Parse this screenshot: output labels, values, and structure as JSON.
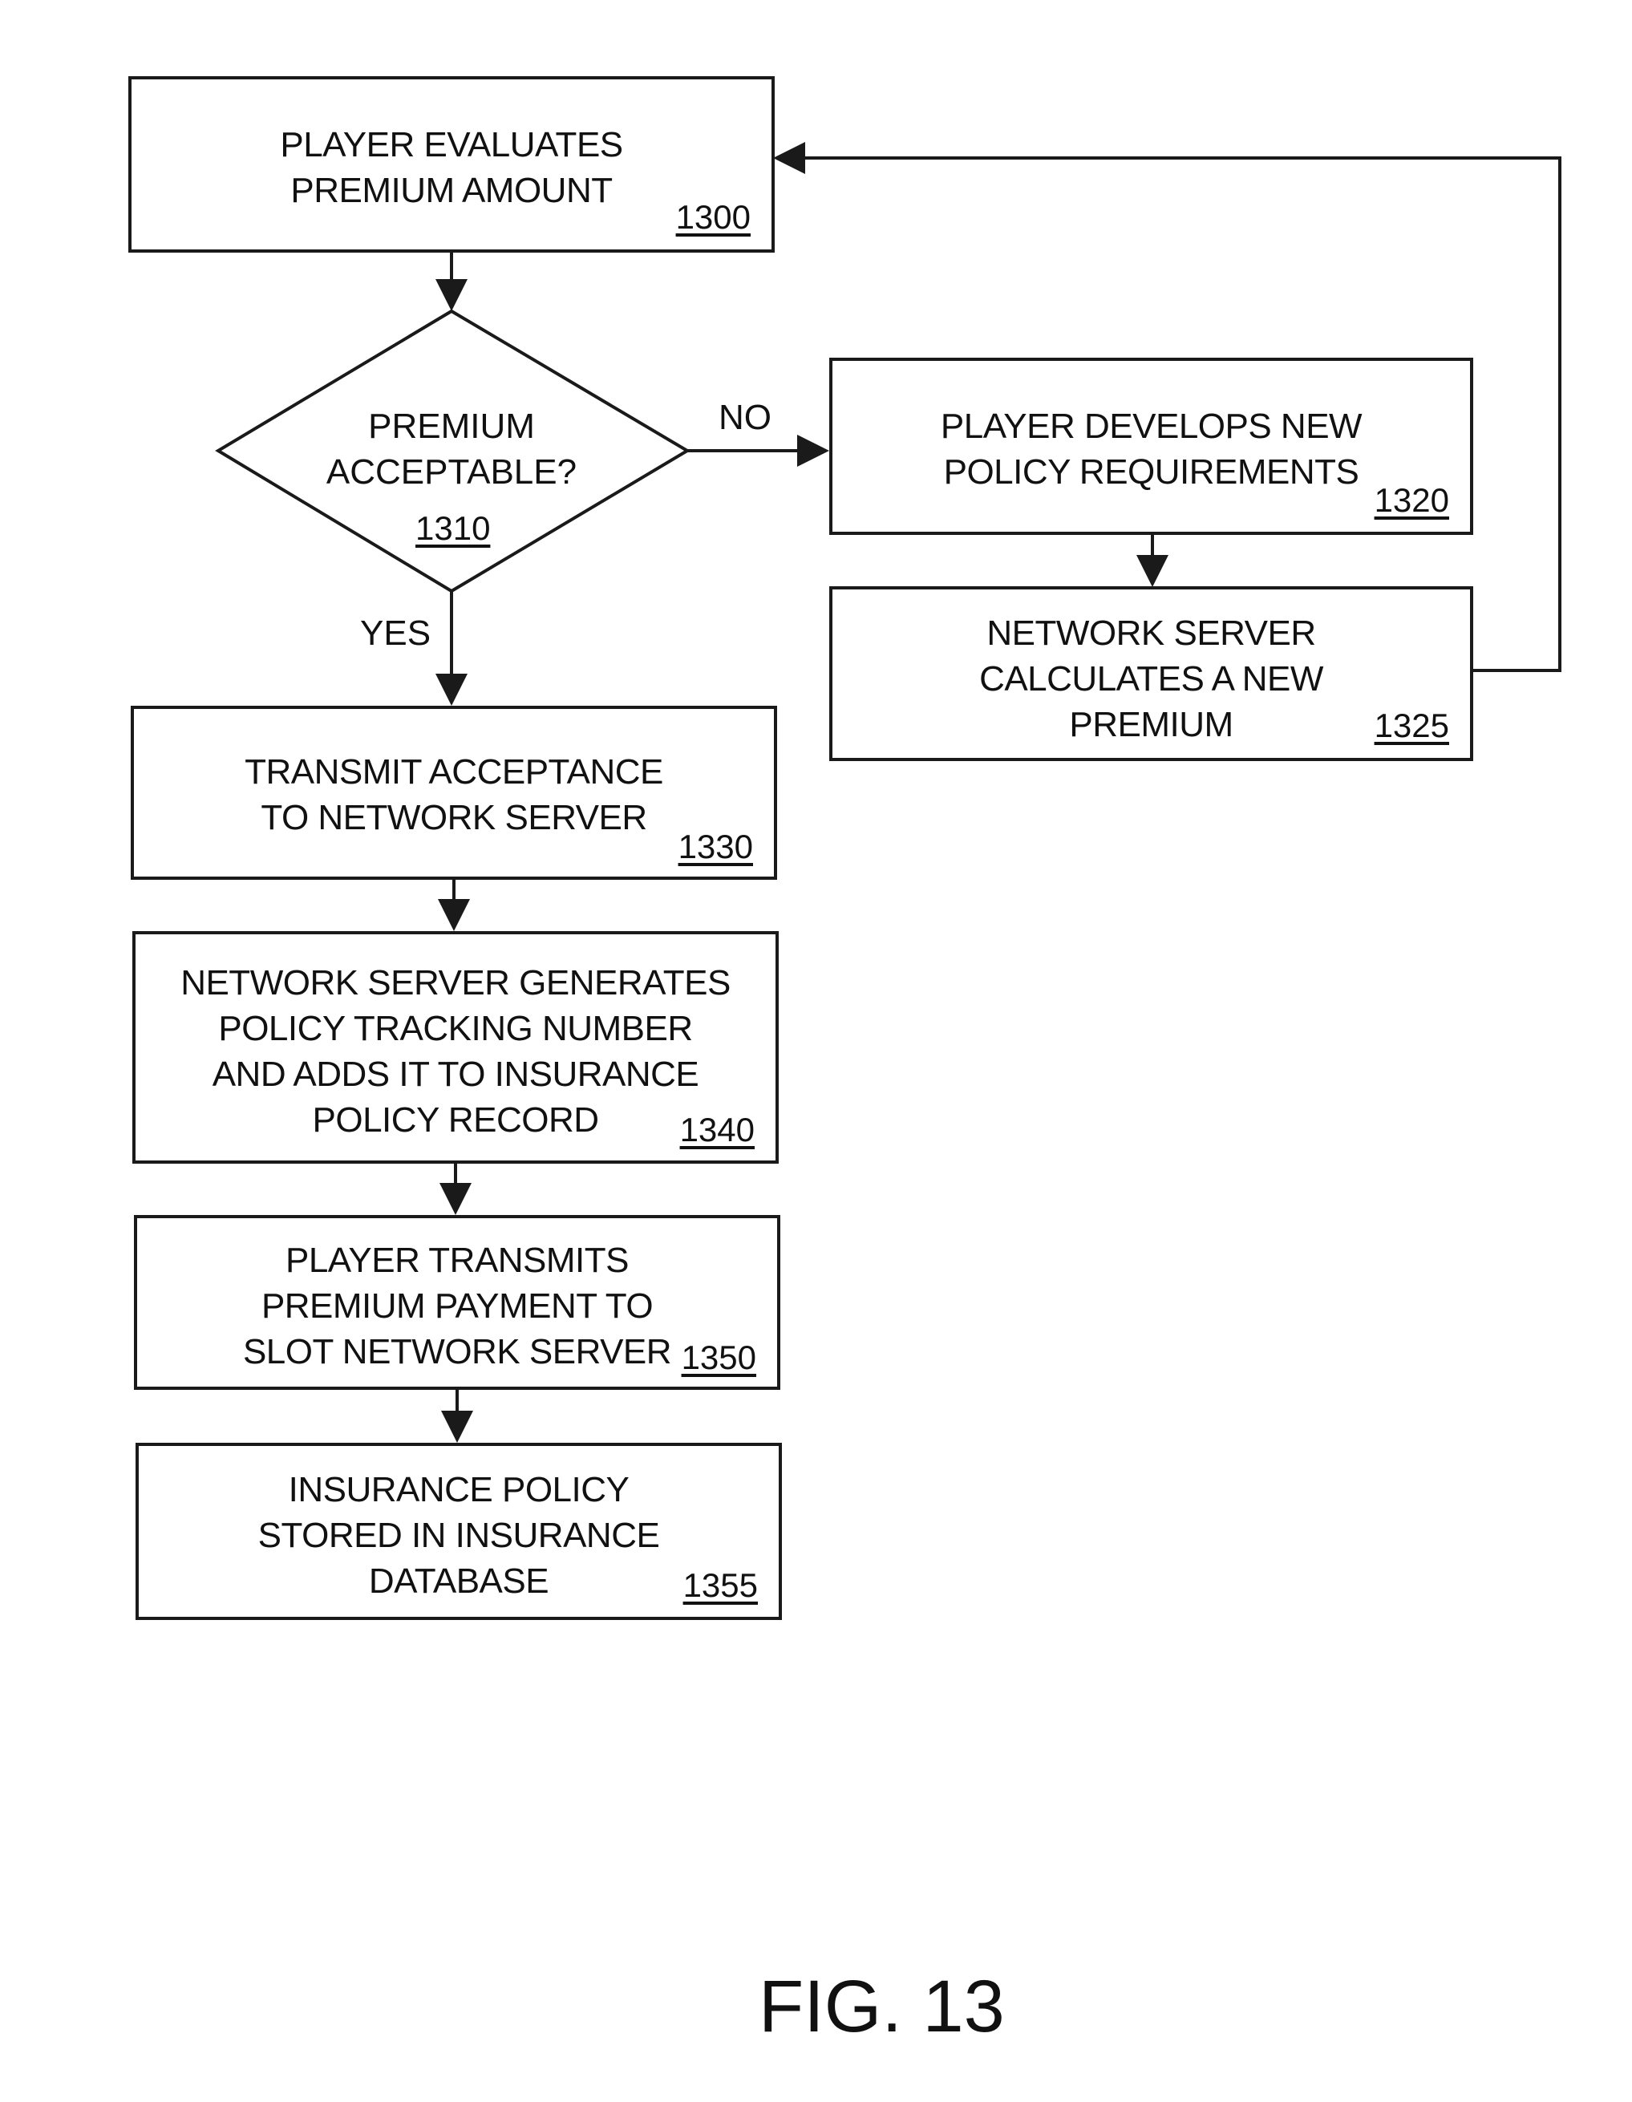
{
  "nodes": {
    "n1300": {
      "lines": [
        "PLAYER EVALUATES",
        "PREMIUM AMOUNT"
      ],
      "ref": "1300"
    },
    "n1310": {
      "lines": [
        "PREMIUM",
        "ACCEPTABLE?"
      ],
      "ref": "1310"
    },
    "n1320": {
      "lines": [
        "PLAYER DEVELOPS NEW",
        "POLICY REQUIREMENTS"
      ],
      "ref": "1320"
    },
    "n1325": {
      "lines": [
        "NETWORK SERVER",
        "CALCULATES A NEW",
        "PREMIUM"
      ],
      "ref": "1325"
    },
    "n1330": {
      "lines": [
        "TRANSMIT ACCEPTANCE",
        "TO NETWORK SERVER"
      ],
      "ref": "1330"
    },
    "n1340": {
      "lines": [
        "NETWORK SERVER GENERATES",
        "POLICY TRACKING NUMBER",
        "AND ADDS IT TO INSURANCE",
        "POLICY RECORD"
      ],
      "ref": "1340"
    },
    "n1350": {
      "lines": [
        "PLAYER TRANSMITS",
        "PREMIUM PAYMENT TO",
        "SLOT NETWORK SERVER"
      ],
      "ref": "1350"
    },
    "n1355": {
      "lines": [
        "INSURANCE POLICY",
        "STORED IN INSURANCE",
        "DATABASE"
      ],
      "ref": "1355"
    }
  },
  "edges": {
    "no_label": "NO",
    "yes_label": "YES"
  },
  "figure_label": "FIG. 13",
  "colors": {
    "line": "#1a1a1a",
    "background": "#ffffff"
  }
}
